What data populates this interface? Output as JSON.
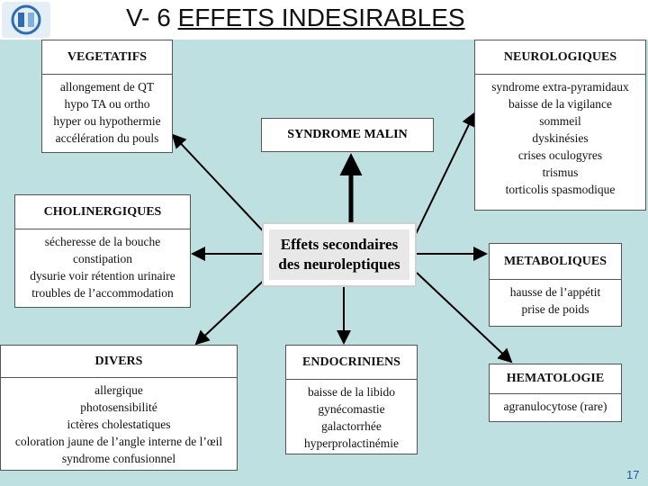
{
  "slide": {
    "title_prefix": "V- 6 ",
    "title_main": "EFFETS INDESIRABLES",
    "page_number": "17"
  },
  "center": {
    "line1": "Effets secondaires",
    "line2": "des neuroleptiques"
  },
  "malin": {
    "label": "SYNDROME MALIN"
  },
  "boxes": {
    "vegetatifs": {
      "title": "VEGETATIFS",
      "items": [
        "allongement de QT",
        "hypo TA ou ortho",
        "hyper ou hypothermie",
        "accélération du pouls"
      ]
    },
    "cholinergiques": {
      "title": "CHOLINERGIQUES",
      "items": [
        "sécheresse de la bouche",
        "constipation",
        "dysurie voir rétention urinaire",
        "troubles de l’accommodation"
      ]
    },
    "divers": {
      "title": "DIVERS",
      "items": [
        "allergique",
        "photosensibilité",
        "ictères cholestatiques",
        "coloration jaune de l’angle interne de l’œil",
        "syndrome confusionnel"
      ]
    },
    "endocriniens": {
      "title": "ENDOCRINIENS",
      "items": [
        "baisse de la libido",
        "gynécomastie",
        "galactorrhée",
        "hyperprolactinémie"
      ]
    },
    "neurologiques": {
      "title": "NEUROLOGIQUES",
      "items": [
        "syndrome extra-pyramidaux",
        "baisse de la vigilance",
        "sommeil",
        "dyskinésies",
        "crises oculogyres",
        "trismus",
        "torticolis spasmodique"
      ]
    },
    "metaboliques": {
      "title": "METABOLIQUES",
      "items": [
        "hausse de l’appétit",
        "prise de poids"
      ]
    },
    "hematologie": {
      "title": "HEMATOLOGIE",
      "items": [
        "agranulocytose (rare)"
      ]
    }
  },
  "colors": {
    "panel": "#bfe0e0",
    "arrow": "#000000"
  }
}
